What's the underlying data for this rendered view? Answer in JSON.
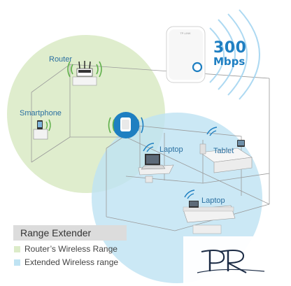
{
  "product": {
    "speed_value": "300",
    "speed_unit": "Mbps"
  },
  "devices": {
    "router": "Router",
    "smartphone": "Smartphone",
    "laptop_upper": "Laptop",
    "tablet": "Tablet",
    "laptop_lower": "Laptop"
  },
  "legend": {
    "title": "Range Extender",
    "items": [
      {
        "label": "Router’s Wireless Range",
        "color": "#dcebc8"
      },
      {
        "label": "Extended Wireless range",
        "color": "#bfe3f3"
      }
    ]
  },
  "colors": {
    "router_range": "#dcebc8",
    "extended_range": "#bfe3f3",
    "signal_green": "#5fb04a",
    "signal_blue": "#1e7fc1",
    "label_blue": "#2a6fa0"
  },
  "icons": {
    "router": "router-icon",
    "smartphone": "smartphone-icon",
    "laptop": "laptop-icon",
    "tablet": "tablet-icon",
    "extender": "range-extender-icon",
    "brand": "brand-monogram-logo"
  }
}
